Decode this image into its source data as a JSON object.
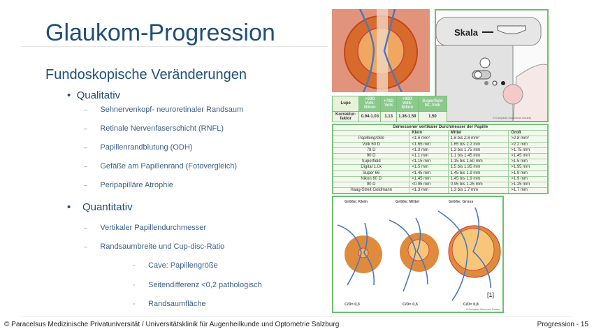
{
  "title": "Glaukom-Progression",
  "subtitle": "Fundoskopische Veränderungen",
  "qualitativ": {
    "label": "Qualitativ",
    "items": [
      "Sehnervenkopf- neuroretinaler Randsaum",
      "Retinale Nervenfaserschicht (RNFL)",
      "Papillenrandblutung (ODH)",
      "Gefäße am Papillenrand (Fotovergleich)",
      "Peripapilläre Atrophie"
    ]
  },
  "quantitativ": {
    "label": "Quantitativ",
    "items": [
      "Vertikaler Papillendurchmesser",
      "Randsaumbreite und Cup-disc-Ratio"
    ],
    "subitems": [
      "Cave: Papillengröße",
      "Seitendifferenz <0,2 pathologisch",
      "Randsaumfläche"
    ]
  },
  "bullet": "•",
  "dash": "–",
  "small_bullet": "·",
  "skala_label": "Skala",
  "lupe_table": {
    "headers": [
      "Lupe",
      "+60D Volk-Nikon",
      "+78D Volk",
      "+90D Volk-Nikon",
      "Superfield NC Volk"
    ],
    "row_label": "Korrektur-faktor",
    "values": [
      "0.94-1.03",
      "1.13",
      "1.36-1.59",
      "1.50"
    ]
  },
  "copyright_small": "© European Glaucoma Society",
  "diam_table": {
    "title": "Gemessener vertikaler Durchmesser der Papille",
    "headers": [
      "",
      "Klein",
      "Mittel",
      "Groß"
    ],
    "rows": [
      [
        "Papillengröße",
        "<1.6 mm²",
        "1.6 bis 2.8 mm²",
        ">2.8 mm²"
      ],
      [
        "Volk 60 D",
        "<1.65 mm",
        "1.65 bis 2.2 mm",
        ">2.2 mm"
      ],
      [
        "78 D",
        "<1.3 mm",
        "1.3 bis 1.75 mm",
        ">1.75 mm"
      ],
      [
        "90 D",
        "<1.1 mm",
        "1.1 bis 1.45 mm",
        ">1.45 mm"
      ],
      [
        "Superfield",
        "<1.15 mm",
        "1.15 bis 1.50 mm",
        ">1.5 mm"
      ],
      [
        "Digital 1.0x",
        "<1.5 mm",
        "1.5 bis 1.95 mm",
        ">1.95 mm"
      ],
      [
        "Super 66",
        "<1.45 mm",
        "1.45 bis 1.9 mm",
        ">1.9 mm"
      ],
      [
        "Nikon 60 D",
        "<1.45 mm",
        "1.45 bis 1.9 mm",
        ">1.9 mm"
      ],
      [
        "90 D",
        "<0.95 mm",
        "0.95 bis 1.25 mm",
        ">1.25 mm"
      ],
      [
        "Haag-Streit Goldmann",
        "<1.3 mm",
        "1.3 bis 1.7 mm",
        ">1.7 mm"
      ]
    ]
  },
  "discs": [
    {
      "size": "Größe: Klein",
      "cd": "C/D= 0,3"
    },
    {
      "size": "Größe: Mittel",
      "cd": "C/D= 0,5"
    },
    {
      "size": "Größe: Gross",
      "cd": "C/D= 0,8"
    }
  ],
  "reference": "[1]",
  "footer": {
    "left": "© Paracelsus Medizinische Privatuniversität / Universitätsklinik für Augenheilkunde und Optometrie Salzburg",
    "right": "Progression - 15"
  }
}
